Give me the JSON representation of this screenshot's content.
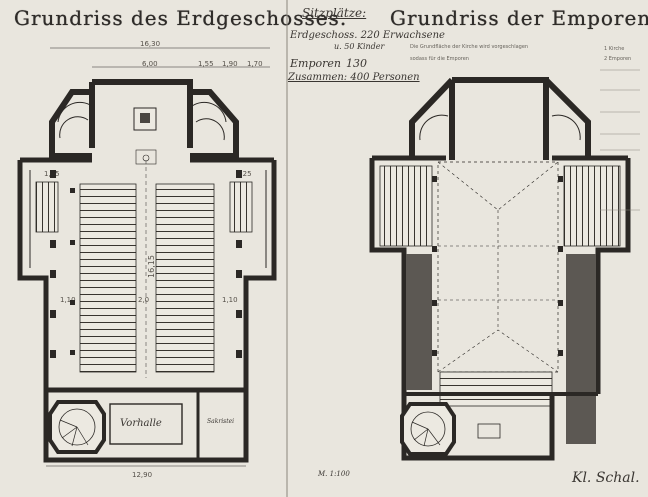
{
  "titles": {
    "left": "Grundriss des Erdgeschosses.",
    "right": "Grundriss der Emporen."
  },
  "seating": {
    "heading": "Sitzplätze:",
    "ground_line": "Erdgeschoss. 220 Erwachsene",
    "children_line": "u. 50 Kinder",
    "galleries_label": "Emporen",
    "galleries_value": "130",
    "total_line": "Zusammen: 400 Personen"
  },
  "labels": {
    "vorhalle": "Vorhalle",
    "sakristei": "Sakristei",
    "scale": "M. 1:100",
    "signature": "Kl. Schal."
  },
  "dimensions": {
    "overall_top": "16,30",
    "seg_1": "6,00",
    "seg_2": "1,55",
    "seg_3": "1,90",
    "seg_4": "1,70",
    "bottom": "12,90",
    "nave_length": "16,15",
    "aisle_a": "1,10",
    "aisle_b": "2,0",
    "aisle_c": "1,10",
    "side_l": "1,45",
    "side_r": "1,25"
  },
  "notes": {
    "emporen_note_1": "Die Grundfläche der Kirche wird vorgeschlagen",
    "emporen_note_2": "sodass für die Emporen",
    "margin_top_1": "1 Kirche",
    "margin_top_2": "2 Emporen"
  }
}
